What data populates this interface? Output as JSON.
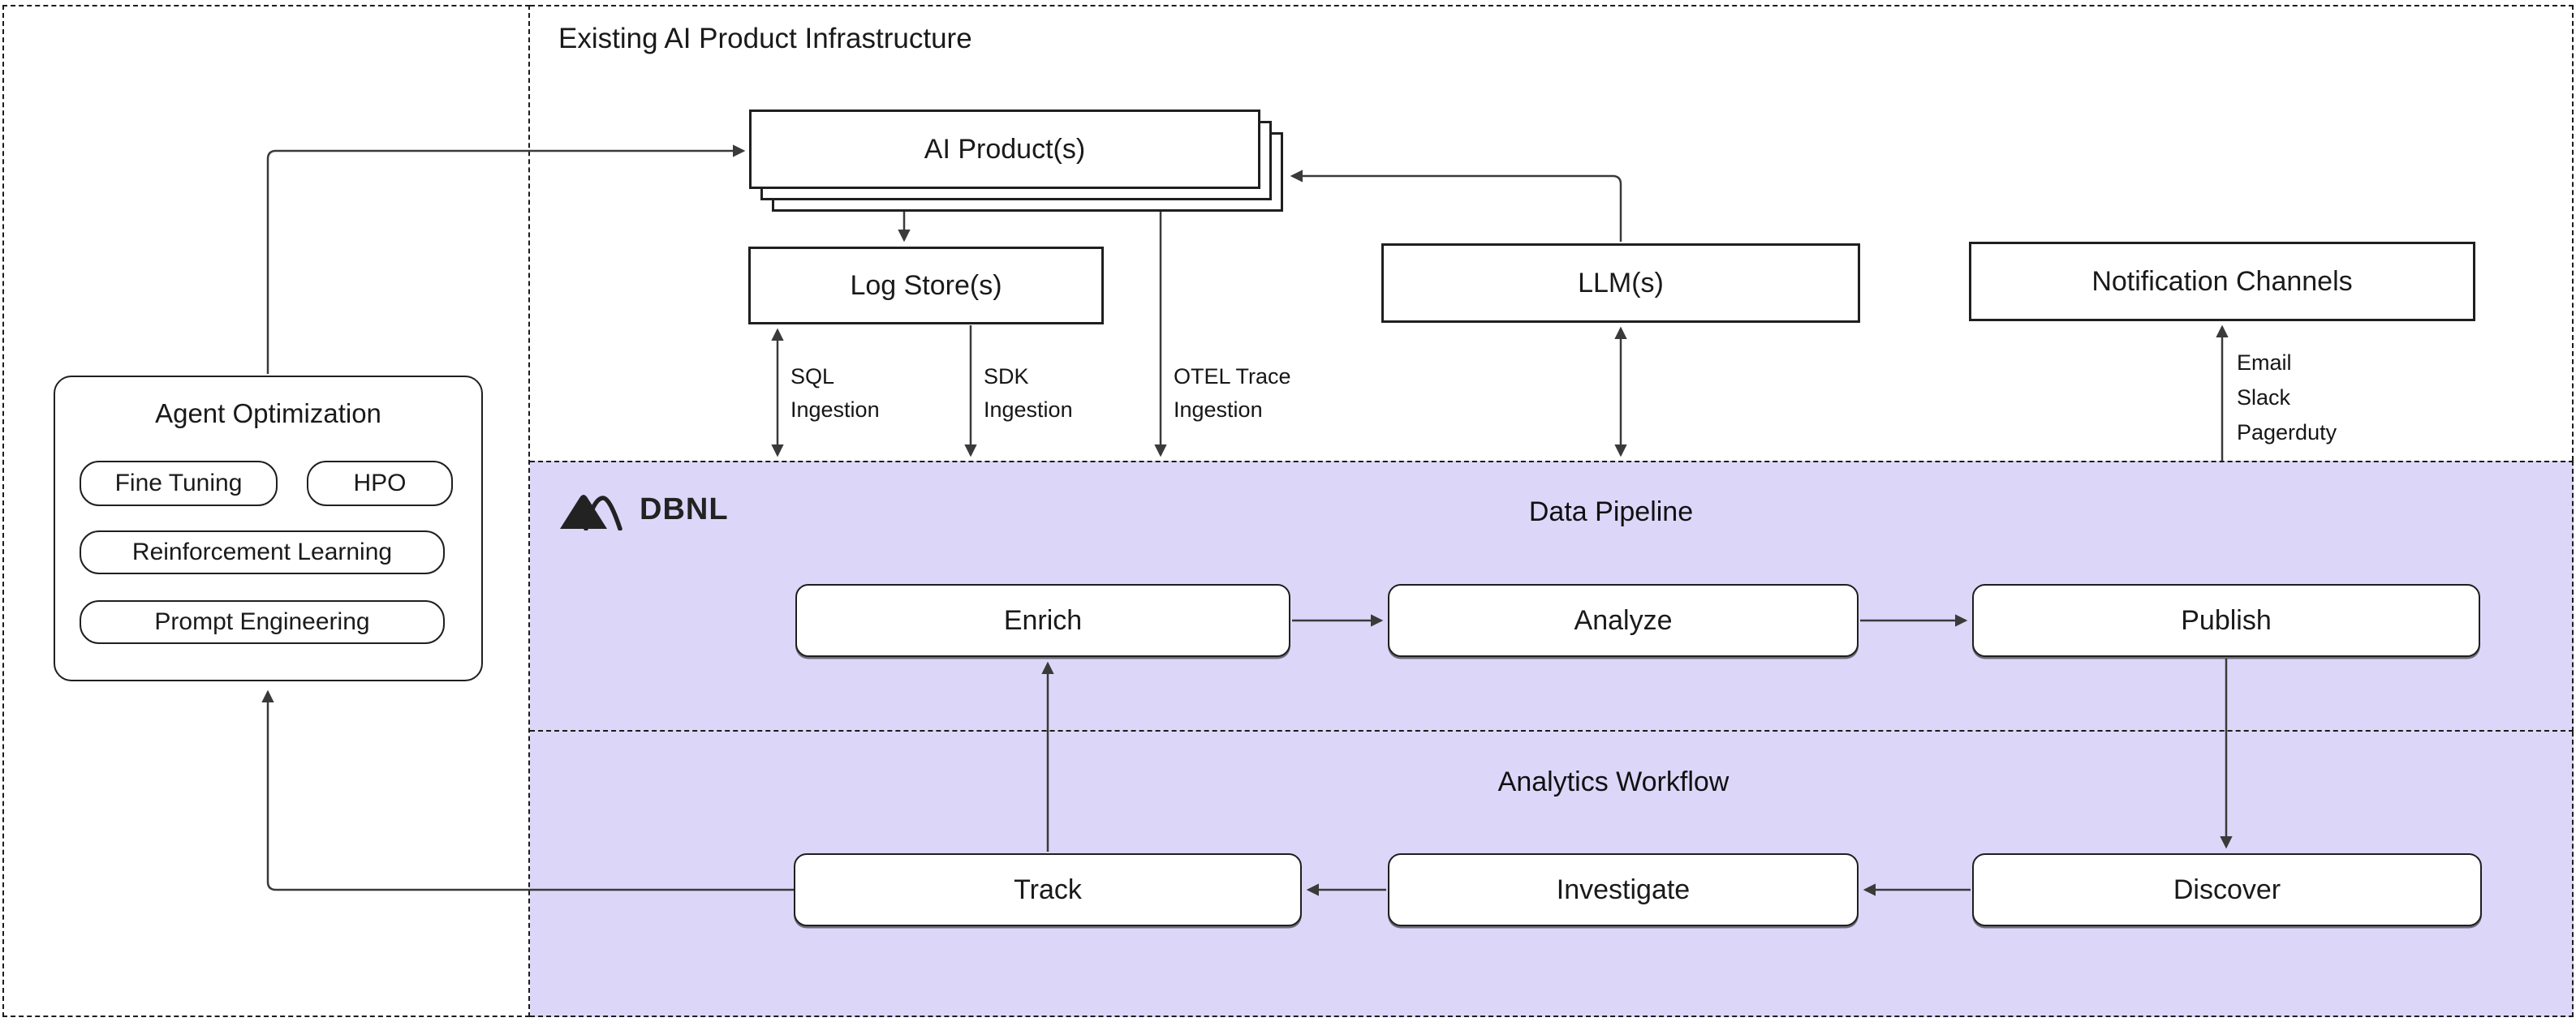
{
  "colors": {
    "canvas_bg": "#ffffff",
    "region_purple": "#dcd7f9",
    "node_fill": "#ffffff",
    "border": "#1f1f1f",
    "connector": "#3a3a3a",
    "text": "#1a1a1a"
  },
  "infrastructure": {
    "title": "Existing AI Product Infrastructure",
    "nodes": {
      "ai_product": "AI Product(s)",
      "log_store": "Log Store(s)",
      "llm": "LLM(s)",
      "notification_channels": "Notification Channels"
    },
    "edge_labels": {
      "sql": [
        "SQL",
        "Ingestion"
      ],
      "sdk": [
        "SDK",
        "Ingestion"
      ],
      "otel": [
        "OTEL Trace",
        "Ingestion"
      ],
      "notification": [
        "Email",
        "Slack",
        "Pagerduty"
      ]
    }
  },
  "agent_optimization": {
    "title": "Agent Optimization",
    "pills": [
      "Fine Tuning",
      "HPO",
      "Reinforcement Learning",
      "Prompt Engineering"
    ]
  },
  "data_pipeline": {
    "brand": "DBNL",
    "title": "Data Pipeline",
    "nodes": [
      "Enrich",
      "Analyze",
      "Publish"
    ]
  },
  "analytics_workflow": {
    "title": "Analytics Workflow",
    "nodes": [
      "Track",
      "Investigate",
      "Discover"
    ]
  }
}
